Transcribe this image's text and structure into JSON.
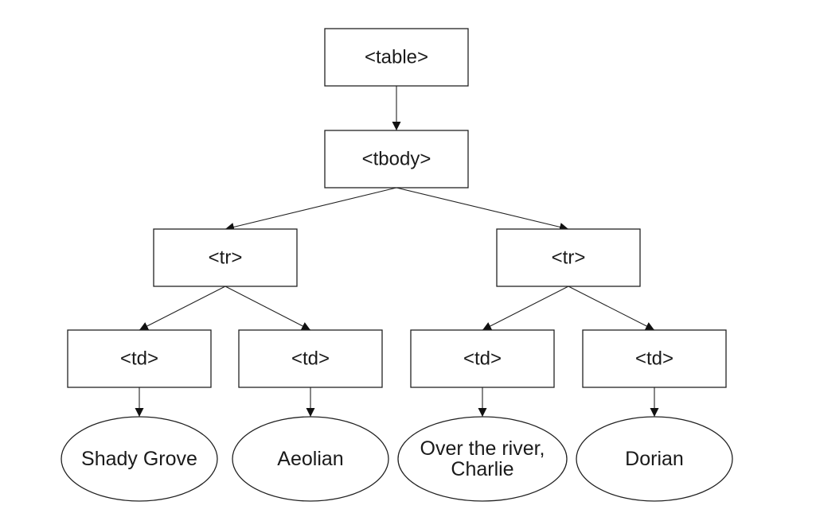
{
  "diagram": {
    "nodes": [
      {
        "id": "table",
        "shape": "box",
        "label": "<table>"
      },
      {
        "id": "tbody",
        "shape": "box",
        "label": "<tbody>"
      },
      {
        "id": "tr1",
        "shape": "box",
        "label": "<tr>"
      },
      {
        "id": "tr2",
        "shape": "box",
        "label": "<tr>"
      },
      {
        "id": "td1",
        "shape": "box",
        "label": "<td>"
      },
      {
        "id": "td2",
        "shape": "box",
        "label": "<td>"
      },
      {
        "id": "td3",
        "shape": "box",
        "label": "<td>"
      },
      {
        "id": "td4",
        "shape": "box",
        "label": "<td>"
      },
      {
        "id": "leaf1",
        "shape": "ellipse",
        "label": "Shady Grove"
      },
      {
        "id": "leaf2",
        "shape": "ellipse",
        "label": "Aeolian"
      },
      {
        "id": "leaf3",
        "shape": "ellipse",
        "label": "Over the river, Charlie",
        "lines": [
          "Over the river,",
          "Charlie"
        ]
      },
      {
        "id": "leaf4",
        "shape": "ellipse",
        "label": "Dorian"
      }
    ],
    "edges": [
      {
        "from": "table",
        "to": "tbody"
      },
      {
        "from": "tbody",
        "to": "tr1"
      },
      {
        "from": "tbody",
        "to": "tr2"
      },
      {
        "from": "tr1",
        "to": "td1"
      },
      {
        "from": "tr1",
        "to": "td2"
      },
      {
        "from": "tr2",
        "to": "td3"
      },
      {
        "from": "tr2",
        "to": "td4"
      },
      {
        "from": "td1",
        "to": "leaf1"
      },
      {
        "from": "td2",
        "to": "leaf2"
      },
      {
        "from": "td3",
        "to": "leaf3"
      },
      {
        "from": "td4",
        "to": "leaf4"
      }
    ]
  }
}
